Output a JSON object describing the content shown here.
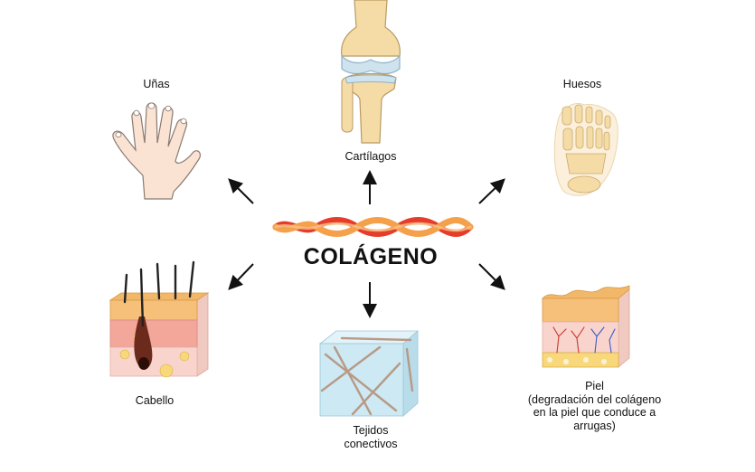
{
  "center": {
    "title": "COLÁGENO"
  },
  "labels": {
    "nails": "Uñas",
    "cartilage": "Cartílagos",
    "bones": "Huesos",
    "hair": "Cabello",
    "connective": [
      "Tejidos",
      "conectivos"
    ],
    "skin": [
      "Piel",
      "(degradación del colágeno",
      "en la piel que conduce a",
      "arrugas)"
    ]
  },
  "colors": {
    "skin_tone": "#fbe3d3",
    "bone": "#f5dca6",
    "cartilage": "#cfe3ef",
    "fiber_red": "#e53d2a",
    "fiber_orange": "#f5a04a",
    "dermis_pink": "#f2a79a",
    "fat_yellow": "#f8d87a",
    "tissue_blue": "#cde9f3"
  }
}
